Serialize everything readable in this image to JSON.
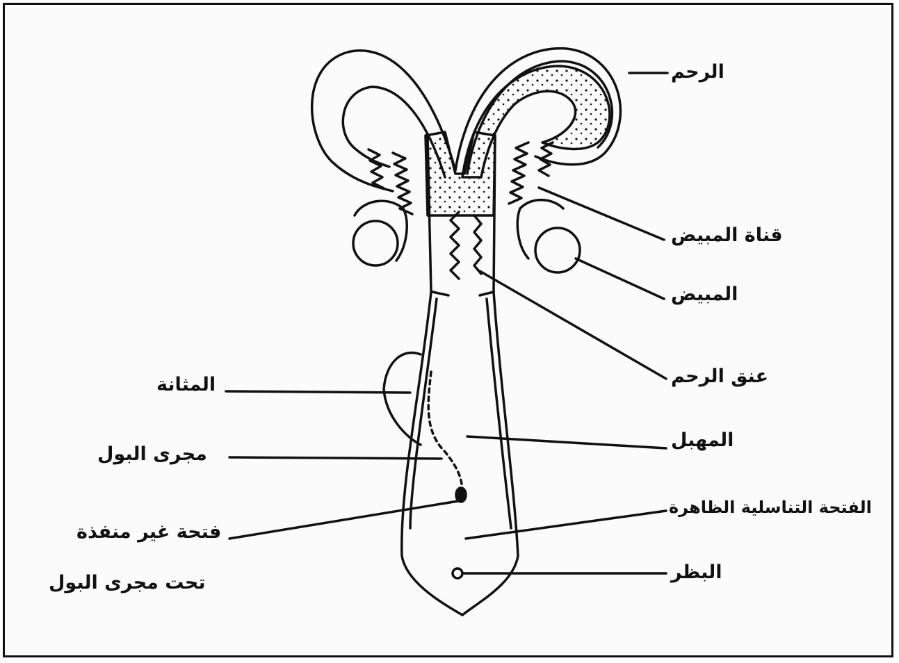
{
  "labels": {
    "uterus": "الرحم",
    "oviduct": "قناة المبيض",
    "ovary": "المبيض",
    "cervix": "عنق الرحم",
    "vagina": "المهبل",
    "vulva": "الفتحة التناسلية الظاهرة",
    "clitoris": "البظر",
    "bladder": "المثانة",
    "urethra": "مجرى البول",
    "blind_opening_line1": "فتحة غير منفذة",
    "blind_opening_line2": "تحت مجرى البول"
  }
}
